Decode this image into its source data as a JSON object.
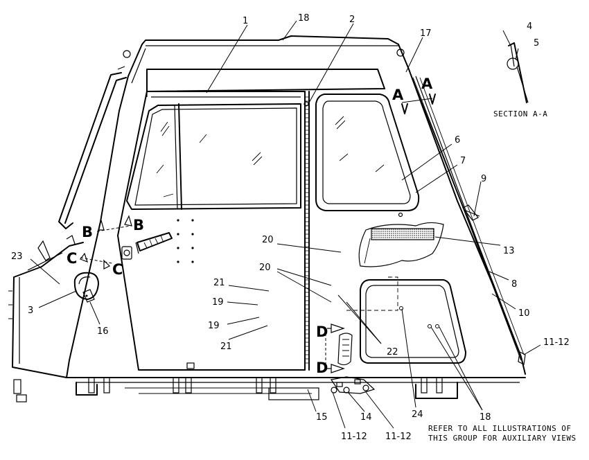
{
  "callouts": [
    "1",
    "2",
    "3",
    "4",
    "5",
    "6",
    "7",
    "8",
    "9",
    "10",
    "11-12",
    "11-12",
    "11-12",
    "13",
    "14",
    "15",
    "16",
    "17",
    "18",
    "18",
    "19",
    "19",
    "20",
    "20",
    "21",
    "21",
    "22",
    "23",
    "24"
  ],
  "section_letters": {
    "a1": "A",
    "a2": "A",
    "b1": "B",
    "b2": "B",
    "c1": "C",
    "c2": "C",
    "d1": "D",
    "d2": "D"
  },
  "section_caption": "SECTION A-A",
  "note_lines": [
    "REFER TO ALL ILLUSTRATIONS OF",
    "THIS GROUP FOR AUXILIARY VIEWS"
  ]
}
